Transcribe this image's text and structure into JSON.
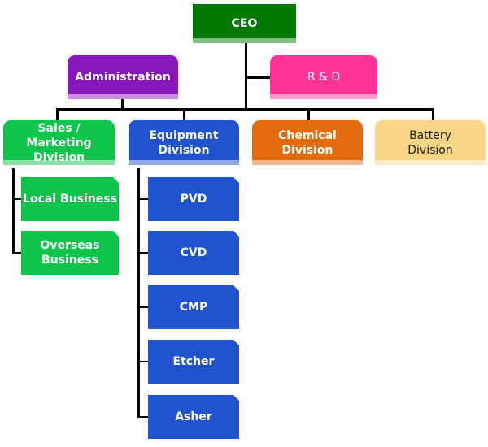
{
  "chart": {
    "ceo": "CEO",
    "staff": [
      {
        "id": "admin",
        "label": "Administration"
      },
      {
        "id": "rd",
        "label": "R & D"
      }
    ],
    "divisions": [
      {
        "id": "sales",
        "label": "Sales / Marketing\nDivision",
        "color": "#0fc44a",
        "children": [
          "Local Business",
          "Overseas\nBusiness"
        ]
      },
      {
        "id": "equip",
        "label": "Equipment\nDivision",
        "color": "#2253cf",
        "children": [
          "PVD",
          "CVD",
          "CMP",
          "Etcher",
          "Asher"
        ]
      },
      {
        "id": "chem",
        "label": "Chemical\nDivision",
        "color": "#e46c0e",
        "children": []
      },
      {
        "id": "battery",
        "label": "Battery\nDivision",
        "color": "#f8d686",
        "children": []
      }
    ]
  },
  "colors": {
    "ceo": "#007a00",
    "admin": "#8717bb",
    "rd": "#ff3296",
    "connector": "#000000"
  }
}
